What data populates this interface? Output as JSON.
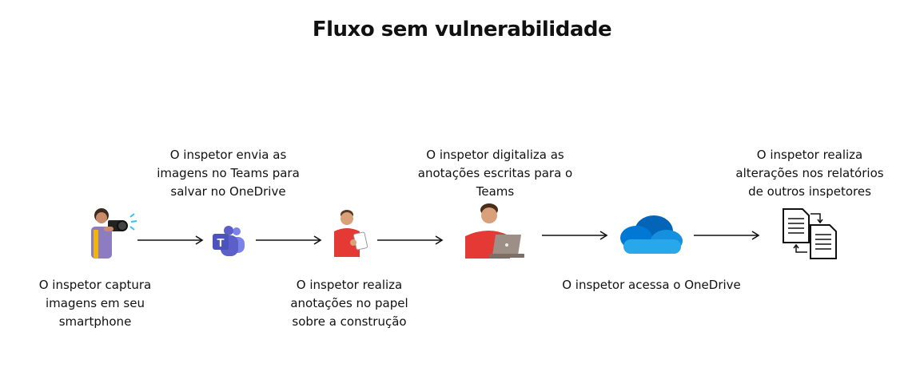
{
  "title": "Fluxo sem vulnerabilidade",
  "steps": [
    {
      "caption": "O inspetor captura imagens em seu smartphone",
      "icon": "photographer-icon"
    },
    {
      "caption": "O inspetor envia as imagens no Teams para salvar no OneDrive",
      "icon": "teams-icon"
    },
    {
      "caption": "O inspetor realiza anotações no papel sobre a construção",
      "icon": "writing-notes-icon"
    },
    {
      "caption": "O inspetor digitaliza as anotações escritas para o Teams",
      "icon": "laptop-user-icon"
    },
    {
      "caption": "O inspetor acessa o OneDrive",
      "icon": "onedrive-cloud-icon"
    },
    {
      "caption": "O inspetor realiza alterações nos relatórios de outros inspetores",
      "icon": "document-exchange-icon"
    }
  ],
  "colors": {
    "teams": "#5b5fc7",
    "onedrive": "#0f6cbd",
    "person_shirt_red": "#e53935",
    "person_shirt_purple": "#8e7cc3"
  }
}
